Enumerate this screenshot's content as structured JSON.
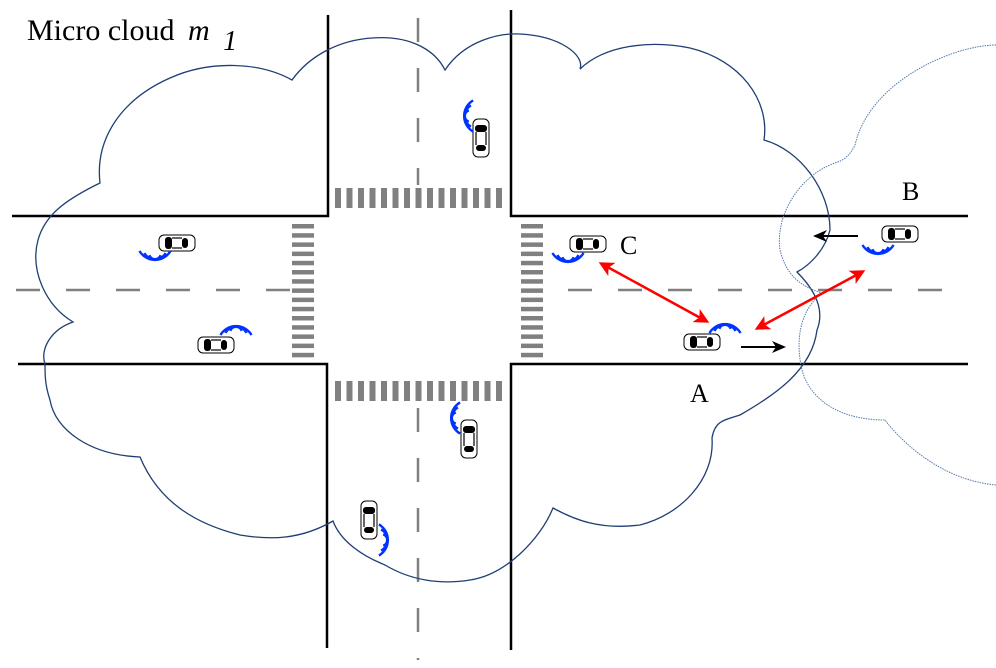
{
  "title": {
    "prefix": "Micro cloud",
    "var": "m",
    "sub": "1"
  },
  "labels": {
    "a": "A",
    "b": "B",
    "c": "C"
  },
  "colors": {
    "road": "#000000",
    "lane": "#808080",
    "crosswalk": "#808080",
    "cloud_main": "#1f3f73",
    "cloud_neighbor": "#5577aa",
    "signal": "#0033ff",
    "link": "#ff0000",
    "motion": "#000000"
  },
  "vehicles": [
    {
      "id": "v-north-1",
      "heading": "south",
      "signal": true
    },
    {
      "id": "v-west-1",
      "heading": "west",
      "signal": true
    },
    {
      "id": "v-west-2",
      "heading": "east",
      "signal": true
    },
    {
      "id": "v-south-1",
      "heading": "south",
      "signal": true
    },
    {
      "id": "v-south-2",
      "heading": "north",
      "signal": true
    },
    {
      "id": "vehicle-c",
      "heading": "west",
      "signal": true
    },
    {
      "id": "vehicle-a",
      "heading": "east",
      "signal": true
    },
    {
      "id": "vehicle-b",
      "heading": "west",
      "signal": true
    }
  ],
  "links": [
    {
      "from": "A",
      "to": "C"
    },
    {
      "from": "A",
      "to": "B"
    }
  ]
}
